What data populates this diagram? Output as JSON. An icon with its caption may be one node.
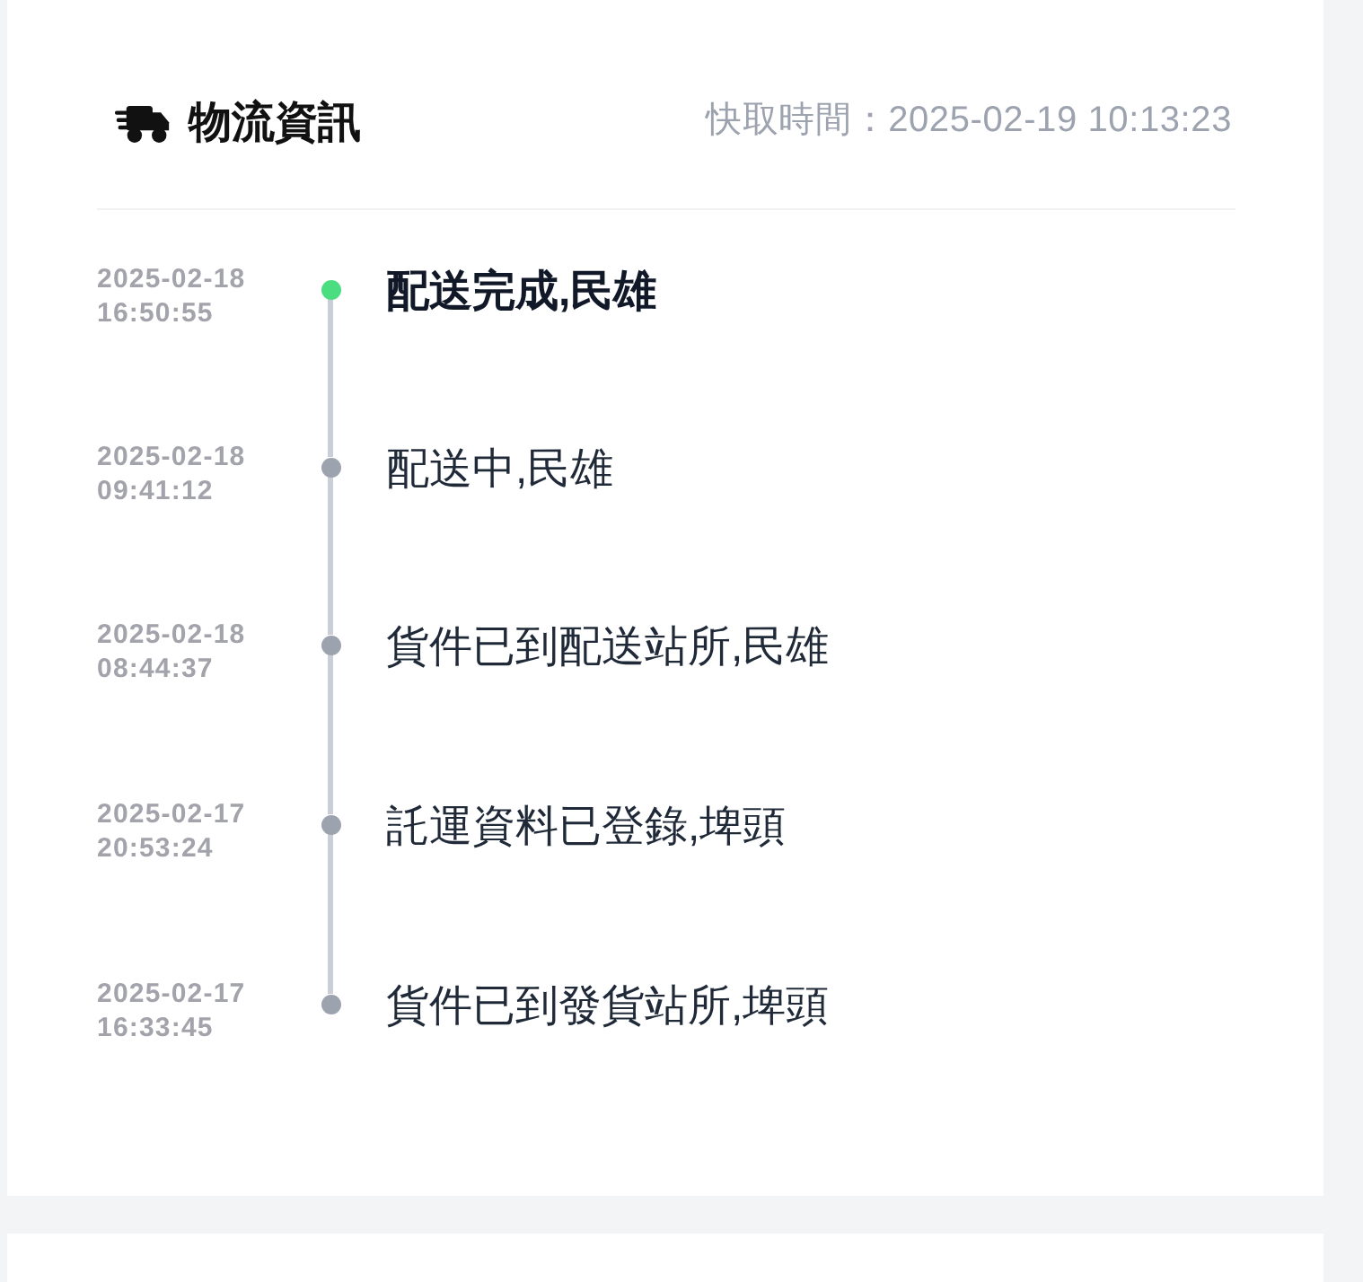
{
  "diagram": {
    "title": "物流資訊",
    "nodes": [
      {
        "text": [],
        "shape": "circle",
        "beside": [
          "配送完成,民雄"
        ]
      },
      {
        "text": [],
        "shape": "circle",
        "beside": [
          "配送中,民雄"
        ]
      },
      {
        "text": [],
        "shape": "circle",
        "beside": [
          "貨件已到配送站所,民雄"
        ]
      },
      {
        "text": [],
        "shape": "circle",
        "beside": [
          "託運資料已登錄,埤頭"
        ]
      },
      {
        "text": [],
        "shape": "circle",
        "beside": [
          "貨件已到發貨站所,埤頭"
        ]
      },
      {
        "text": [],
        "shape": "box"
      }
    ],
    "edges": [
      {
        "from": 0,
        "to": 1,
        "arrow": "none"
      },
      {
        "from": 1,
        "to": 2,
        "arrow": "none"
      },
      {
        "from": 2,
        "to": 3,
        "arrow": "none"
      },
      {
        "from": 3,
        "to": 4,
        "arrow": "none"
      }
    ],
    "labels": [
      "快取時間：2025-02-19 10:13:23",
      "2025-02-18 16:50:55",
      "2025-02-18 09:41:12",
      "2025-02-18 08:44:37",
      "2025-02-17 20:53:24",
      "2025-02-17 16:33:45"
    ]
  }
}
